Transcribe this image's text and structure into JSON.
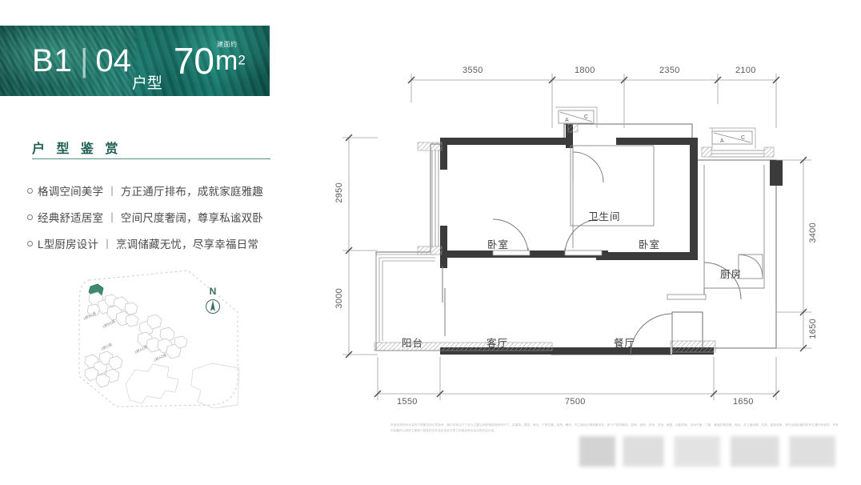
{
  "banner": {
    "code": "B1",
    "separator": "|",
    "unit_no": "04",
    "unit_word": "户型",
    "area_value": "70",
    "area_unit": "m",
    "area_sup": "2",
    "area_note": "建面约"
  },
  "section": {
    "title": "户 型 鉴 赏",
    "features": [
      {
        "head": "格调空间美学",
        "sep": "丨",
        "body": "方正通厅排布，成就家庭雅趣"
      },
      {
        "head": "经典舒适居室",
        "sep": "丨",
        "body": "空间尺度奢阔，尊享私谧双卧"
      },
      {
        "head": "L型厨房设计",
        "sep": "丨",
        "body": "烹调储藏无忧，尽享幸福日常"
      }
    ]
  },
  "siteplan": {
    "compass_label": "N",
    "building_labels": [
      "1栋B1座",
      "1栋B2座",
      "1栋A1座",
      "1栋A2座",
      "1栋C座"
    ]
  },
  "floorplan": {
    "dimensions": {
      "top": [
        "3550",
        "1800",
        "2350",
        "2100"
      ],
      "bottom": [
        "1550",
        "7500",
        "1650"
      ],
      "left": [
        "2950",
        "3000"
      ],
      "right": [
        "3400",
        "1650"
      ]
    },
    "rooms": [
      {
        "name": "卧室",
        "key": "bedroom-left"
      },
      {
        "name": "卫生间",
        "key": "bathroom"
      },
      {
        "name": "卧室",
        "key": "bedroom-right"
      },
      {
        "name": "厨房",
        "key": "kitchen"
      },
      {
        "name": "阳台",
        "key": "balcony"
      },
      {
        "name": "客厅",
        "key": "living-room"
      },
      {
        "name": "餐厅",
        "key": "dining-room"
      }
    ],
    "ac_markers": [
      {
        "left": "A",
        "right": "C"
      },
      {
        "left": "A",
        "right": "C"
      }
    ]
  },
  "disclaimer": {
    "text": "本宣传资料所涉及的户型图仅供示意参考，图中所标注尺寸仅为主要空间的轴线或粉饰尺寸，实建筑、楼层、单元、户型位置、结构、朝向、外立面设计等因素变化，各个户型的朝向、结构、面积、进深、进深、面宽、功能布局、空间尺度、门窗、管道井等设施、阳台、外立面线脚、柱体、装饰造型、室外设施设备的形状位置均有差异，所有内容最终以政府主管部门批准的文件及买卖双方签订的商品房买卖合同约定为准。"
  }
}
